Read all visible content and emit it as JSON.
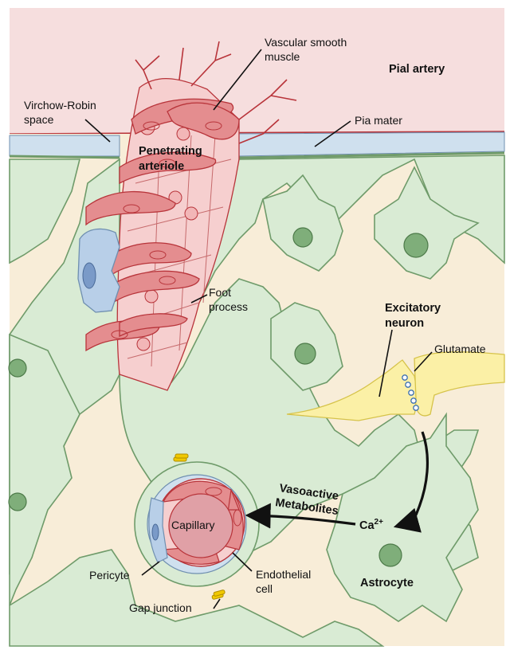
{
  "labels": {
    "vascular_smooth_muscle": [
      "Vascular smooth",
      "muscle"
    ],
    "pial_artery": "Pial artery",
    "virchow_robin": [
      "Virchow-Robin",
      "space"
    ],
    "pia_mater": "Pia mater",
    "penetrating_arteriole": [
      "Penetrating",
      "arteriole"
    ],
    "foot_process": [
      "Foot",
      "process"
    ],
    "excitatory_neuron": [
      "Excitatory",
      "neuron"
    ],
    "glutamate": "Glutamate",
    "vasoactive_metabolites": [
      "Vasoactive",
      "Metabolites"
    ],
    "calcium_base": "Ca",
    "calcium_sup": "2+",
    "capillary": "Capillary",
    "pericyte": "Pericyte",
    "endothelial_cell": [
      "Endothelial",
      "cell"
    ],
    "astrocyte": "Astrocyte",
    "gap_junction": "Gap junction"
  },
  "colors": {
    "pial_artery_bg": "#f6dede",
    "tissue_bg": "#f8edd8",
    "astrocyte_fill": "#d9ebd4",
    "astrocyte_stroke": "#6f9b6a",
    "nucleus": "#7fae7a",
    "pia_blue": "#cfe0ee",
    "pericyte_blue": "#b8cfe8",
    "smooth_muscle": "#e48d8f",
    "endothelium": "#f6cfcf",
    "vessel_red": "#b8343a",
    "neuron_yellow": "#fbf0a6",
    "gap_junction": "#f0c800",
    "arrow": "#111111"
  }
}
